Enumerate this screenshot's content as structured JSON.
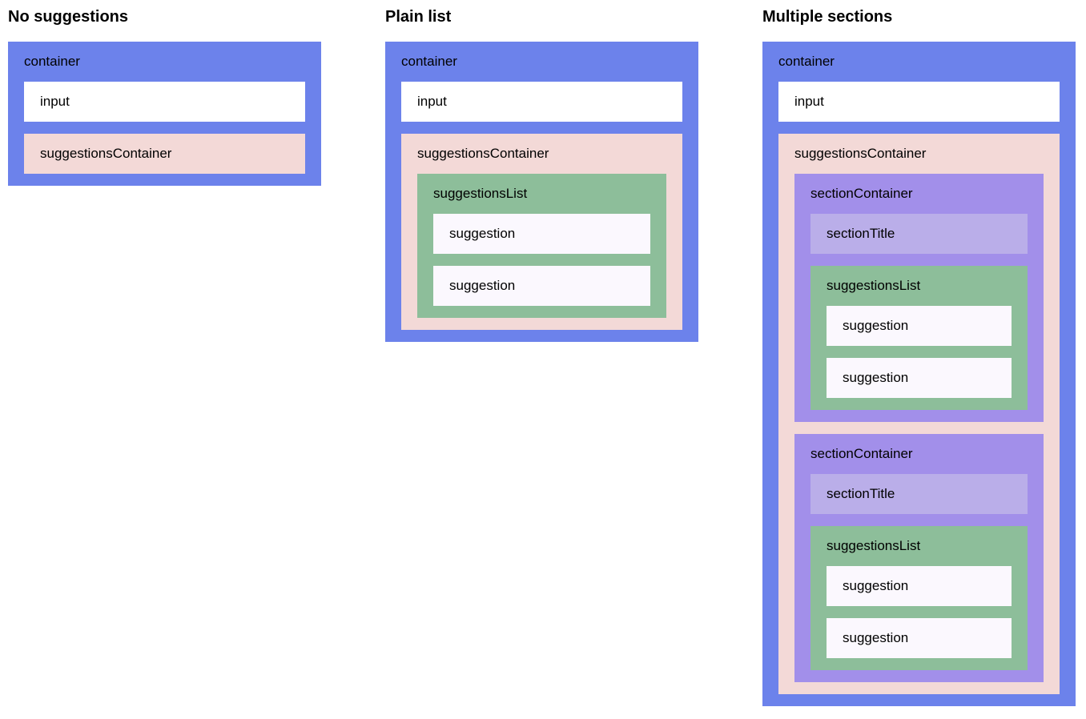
{
  "colors": {
    "container_blue": "#6c82eb",
    "input_white": "#ffffff",
    "suggestions_container_pink": "#f3d9d7",
    "suggestions_list_green": "#8dbe9a",
    "suggestion_lavender_white": "#fbf8fe",
    "section_container_purple": "#a28fea",
    "section_title_lavender": "#baaee9",
    "text_black": "#000000"
  },
  "examples": [
    {
      "title": "No suggestions"
    },
    {
      "title": "Plain list"
    },
    {
      "title": "Multiple sections"
    }
  ],
  "labels": {
    "container": "container",
    "input": "input",
    "suggestions_container": "suggestionsContainer",
    "suggestions_list": "suggestionsList",
    "suggestion": "suggestion",
    "section_container": "sectionContainer",
    "section_title": "sectionTitle"
  }
}
